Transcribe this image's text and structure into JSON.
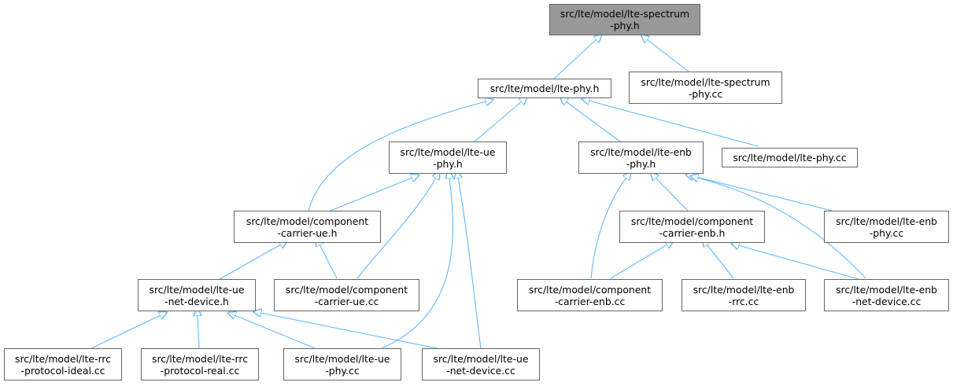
{
  "colors": {
    "edge": "#63b8ff",
    "node_border": "#666666",
    "root_fill": "#999999",
    "node_fill": "#ffffff"
  },
  "nodes": {
    "spectrum_phy_h": {
      "line1": "src/lte/model/lte-spectrum",
      "line2": "-phy.h"
    },
    "phy_h": {
      "line1": "src/lte/model/lte-phy.h"
    },
    "spectrum_phy_cc": {
      "line1": "src/lte/model/lte-spectrum",
      "line2": "-phy.cc"
    },
    "ue_phy_h": {
      "line1": "src/lte/model/lte-ue",
      "line2": "-phy.h"
    },
    "enb_phy_h": {
      "line1": "src/lte/model/lte-enb",
      "line2": "-phy.h"
    },
    "phy_cc": {
      "line1": "src/lte/model/lte-phy.cc"
    },
    "component_carrier_ue_h": {
      "line1": "src/lte/model/component",
      "line2": "-carrier-ue.h"
    },
    "component_carrier_enb_h": {
      "line1": "src/lte/model/component",
      "line2": "-carrier-enb.h"
    },
    "enb_phy_cc": {
      "line1": "src/lte/model/lte-enb",
      "line2": "-phy.cc"
    },
    "ue_net_device_h": {
      "line1": "src/lte/model/lte-ue",
      "line2": "-net-device.h"
    },
    "component_carrier_ue_cc": {
      "line1": "src/lte/model/component",
      "line2": "-carrier-ue.cc"
    },
    "component_carrier_enb_cc": {
      "line1": "src/lte/model/component",
      "line2": "-carrier-enb.cc"
    },
    "enb_rrc_cc": {
      "line1": "src/lte/model/lte-enb",
      "line2": "-rrc.cc"
    },
    "enb_net_device_cc": {
      "line1": "src/lte/model/lte-enb",
      "line2": "-net-device.cc"
    },
    "rrc_protocol_ideal_cc": {
      "line1": "src/lte/model/lte-rrc",
      "line2": "-protocol-ideal.cc"
    },
    "rrc_protocol_real_cc": {
      "line1": "src/lte/model/lte-rrc",
      "line2": "-protocol-real.cc"
    },
    "ue_phy_cc": {
      "line1": "src/lte/model/lte-ue",
      "line2": "-phy.cc"
    },
    "ue_net_device_cc": {
      "line1": "src/lte/model/lte-ue",
      "line2": "-net-device.cc"
    }
  }
}
